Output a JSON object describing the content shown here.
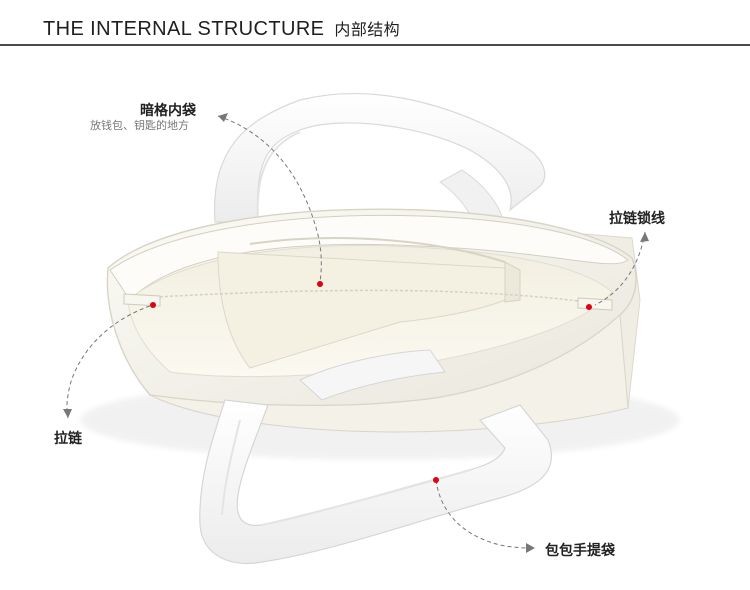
{
  "header": {
    "title_en": "THE INTERNAL STRUCTURE",
    "title_cn": "内部结构"
  },
  "labels": {
    "hidden_pocket": "暗格内袋",
    "hidden_pocket_sub": "放钱包、钥匙的地方",
    "zipper_stitch": "拉链锁线",
    "zipper": "拉链",
    "handle": "包包手提袋"
  },
  "colors": {
    "rule": "#4a4a4a",
    "marker": "#e0000f",
    "canvas": "#f6f5ee",
    "strap": "#fbfbfb"
  }
}
